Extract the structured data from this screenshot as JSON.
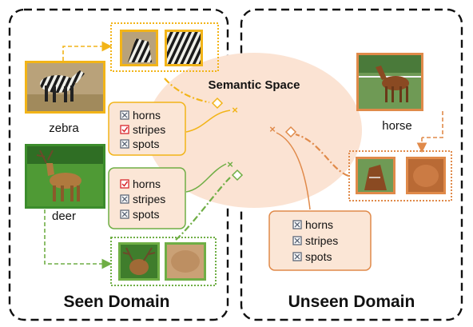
{
  "semantic_space": {
    "label": "Semantic Space"
  },
  "seen": {
    "title": "Seen Domain",
    "zebra": {
      "label": "zebra",
      "attributes": [
        {
          "name": "horns",
          "checked": false
        },
        {
          "name": "stripes",
          "checked": true
        },
        {
          "name": "spots",
          "checked": false
        }
      ]
    },
    "deer": {
      "label": "deer",
      "attributes": [
        {
          "name": "horns",
          "checked": true
        },
        {
          "name": "stripes",
          "checked": false
        },
        {
          "name": "spots",
          "checked": false
        }
      ]
    }
  },
  "unseen": {
    "title": "Unseen Domain",
    "horse": {
      "label": "horse",
      "attributes": [
        {
          "name": "horns",
          "checked": false
        },
        {
          "name": "stripes",
          "checked": false
        },
        {
          "name": "spots",
          "checked": false
        }
      ]
    }
  },
  "colors": {
    "zebra_accent": "#f2b418",
    "deer_accent": "#6fae45",
    "horse_accent": "#e08a4a",
    "semantic_fill": "#fbe3d3",
    "attr_box_fill": "#fbe6d6",
    "check_red": "#d8262c",
    "box_gray": "#5a6577"
  }
}
